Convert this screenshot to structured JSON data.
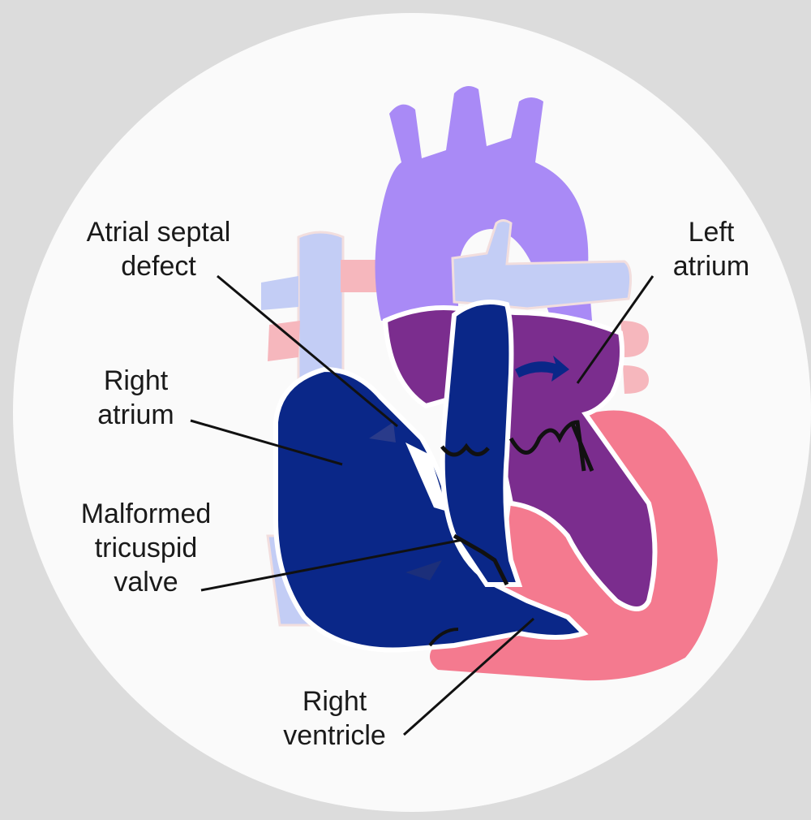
{
  "colors": {
    "background": "#dcdcdc",
    "circle": "#fafafa",
    "aorta": "#a98af6",
    "pulmonary_vessel": "#c3cdf5",
    "right_heart": "#0a2788",
    "left_atrium": "#7b2d8e",
    "left_ventricle": "#f47a8f",
    "pericardium": "#f6b7bd",
    "label_text": "#1a1a1a"
  },
  "labels": {
    "asd": {
      "line1": "Atrial septal",
      "line2": "defect"
    },
    "la": {
      "line1": "Left",
      "line2": "atrium"
    },
    "ra": {
      "line1": "Right",
      "line2": "atrium"
    },
    "tricuspid": {
      "line1": "Malformed",
      "line2": "tricuspid",
      "line3": "valve"
    },
    "rv": {
      "line1": "Right",
      "line2": "ventricle"
    }
  }
}
